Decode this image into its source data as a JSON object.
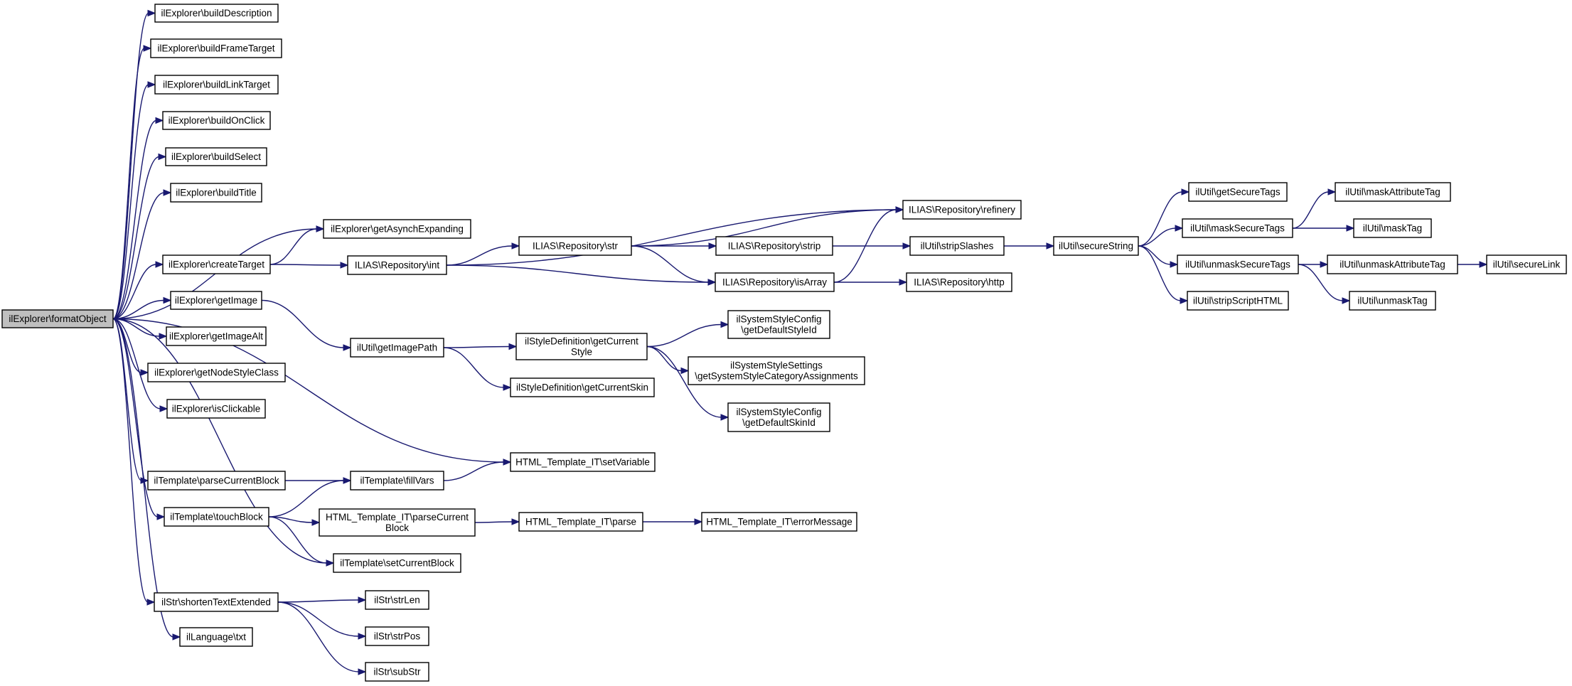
{
  "graph": {
    "colors": {
      "edge": "#191970",
      "root_fill": "#bfbfbf",
      "node_fill": "#ffffff",
      "node_stroke": "#000000"
    },
    "nodes": [
      {
        "id": "formatObject",
        "lines": [
          "ilExplorer\\formatObject"
        ],
        "root": true
      },
      {
        "id": "buildDescription",
        "lines": [
          "ilExplorer\\buildDescription"
        ]
      },
      {
        "id": "buildFrameTarget",
        "lines": [
          "ilExplorer\\buildFrameTarget"
        ]
      },
      {
        "id": "buildLinkTarget",
        "lines": [
          "ilExplorer\\buildLinkTarget"
        ]
      },
      {
        "id": "buildOnClick",
        "lines": [
          "ilExplorer\\buildOnClick"
        ]
      },
      {
        "id": "buildSelect",
        "lines": [
          "ilExplorer\\buildSelect"
        ]
      },
      {
        "id": "buildTitle",
        "lines": [
          "ilExplorer\\buildTitle"
        ]
      },
      {
        "id": "createTarget",
        "lines": [
          "ilExplorer\\createTarget"
        ]
      },
      {
        "id": "getImage",
        "lines": [
          "ilExplorer\\getImage"
        ]
      },
      {
        "id": "getImageAlt",
        "lines": [
          "ilExplorer\\getImageAlt"
        ]
      },
      {
        "id": "getNodeStyleClass",
        "lines": [
          "ilExplorer\\getNodeStyleClass"
        ]
      },
      {
        "id": "isClickable",
        "lines": [
          "ilExplorer\\isClickable"
        ]
      },
      {
        "id": "parseCurrentBlock",
        "lines": [
          "ilTemplate\\parseCurrentBlock"
        ]
      },
      {
        "id": "touchBlock",
        "lines": [
          "ilTemplate\\touchBlock"
        ]
      },
      {
        "id": "shortenTextExtended",
        "lines": [
          "ilStr\\shortenTextExtended"
        ]
      },
      {
        "id": "txt",
        "lines": [
          "ilLanguage\\txt"
        ]
      },
      {
        "id": "getAsynchExpanding",
        "lines": [
          "ilExplorer\\getAsynchExpanding"
        ]
      },
      {
        "id": "repoInt",
        "lines": [
          "ILIAS\\Repository\\int"
        ]
      },
      {
        "id": "getImagePath",
        "lines": [
          "ilUtil\\getImagePath"
        ]
      },
      {
        "id": "setVariable",
        "lines": [
          "HTML_Template_IT\\setVariable"
        ]
      },
      {
        "id": "fillVars",
        "lines": [
          "ilTemplate\\fillVars"
        ]
      },
      {
        "id": "itParseCurrentBlock",
        "lines": [
          "HTML_Template_IT\\parseCurrent",
          "Block"
        ]
      },
      {
        "id": "setCurrentBlock",
        "lines": [
          "ilTemplate\\setCurrentBlock"
        ]
      },
      {
        "id": "strLen",
        "lines": [
          "ilStr\\strLen"
        ]
      },
      {
        "id": "strPos",
        "lines": [
          "ilStr\\strPos"
        ]
      },
      {
        "id": "subStr",
        "lines": [
          "ilStr\\subStr"
        ]
      },
      {
        "id": "repoStr",
        "lines": [
          "ILIAS\\Repository\\str"
        ]
      },
      {
        "id": "getCurrentStyle",
        "lines": [
          "ilStyleDefinition\\getCurrent",
          "Style"
        ]
      },
      {
        "id": "getCurrentSkin",
        "lines": [
          "ilStyleDefinition\\getCurrentSkin"
        ]
      },
      {
        "id": "itParse",
        "lines": [
          "HTML_Template_IT\\parse"
        ]
      },
      {
        "id": "repoStrip",
        "lines": [
          "ILIAS\\Repository\\strip"
        ]
      },
      {
        "id": "repoIsArray",
        "lines": [
          "ILIAS\\Repository\\isArray"
        ]
      },
      {
        "id": "getDefaultStyleId",
        "lines": [
          "ilSystemStyleConfig",
          "\\getDefaultStyleId"
        ]
      },
      {
        "id": "getSysCatAssign",
        "lines": [
          "ilSystemStyleSettings",
          "\\getSystemStyleCategoryAssignments"
        ]
      },
      {
        "id": "getDefaultSkinId",
        "lines": [
          "ilSystemStyleConfig",
          "\\getDefaultSkinId"
        ]
      },
      {
        "id": "errorMessage",
        "lines": [
          "HTML_Template_IT\\errorMessage"
        ]
      },
      {
        "id": "repoRefinery",
        "lines": [
          "ILIAS\\Repository\\refinery"
        ]
      },
      {
        "id": "stripSlashes",
        "lines": [
          "ilUtil\\stripSlashes"
        ]
      },
      {
        "id": "repoHttp",
        "lines": [
          "ILIAS\\Repository\\http"
        ]
      },
      {
        "id": "secureString",
        "lines": [
          "ilUtil\\secureString"
        ]
      },
      {
        "id": "getSecureTags",
        "lines": [
          "ilUtil\\getSecureTags"
        ]
      },
      {
        "id": "maskSecureTags",
        "lines": [
          "ilUtil\\maskSecureTags"
        ]
      },
      {
        "id": "unmaskSecureTags",
        "lines": [
          "ilUtil\\unmaskSecureTags"
        ]
      },
      {
        "id": "stripScriptHTML",
        "lines": [
          "ilUtil\\stripScriptHTML"
        ]
      },
      {
        "id": "maskAttributeTag",
        "lines": [
          "ilUtil\\maskAttributeTag"
        ]
      },
      {
        "id": "maskTag",
        "lines": [
          "ilUtil\\maskTag"
        ]
      },
      {
        "id": "unmaskAttributeTag",
        "lines": [
          "ilUtil\\unmaskAttributeTag"
        ]
      },
      {
        "id": "unmaskTag",
        "lines": [
          "ilUtil\\unmaskTag"
        ]
      },
      {
        "id": "secureLink",
        "lines": [
          "ilUtil\\secureLink"
        ]
      }
    ],
    "edges": [
      [
        "formatObject",
        "buildDescription"
      ],
      [
        "formatObject",
        "buildFrameTarget"
      ],
      [
        "formatObject",
        "buildLinkTarget"
      ],
      [
        "formatObject",
        "buildOnClick"
      ],
      [
        "formatObject",
        "buildSelect"
      ],
      [
        "formatObject",
        "buildTitle"
      ],
      [
        "formatObject",
        "getAsynchExpanding"
      ],
      [
        "formatObject",
        "createTarget"
      ],
      [
        "formatObject",
        "getImage"
      ],
      [
        "formatObject",
        "getImageAlt"
      ],
      [
        "formatObject",
        "getNodeStyleClass"
      ],
      [
        "formatObject",
        "isClickable"
      ],
      [
        "formatObject",
        "setVariable"
      ],
      [
        "formatObject",
        "parseCurrentBlock"
      ],
      [
        "formatObject",
        "touchBlock"
      ],
      [
        "formatObject",
        "setCurrentBlock"
      ],
      [
        "formatObject",
        "shortenTextExtended"
      ],
      [
        "formatObject",
        "txt"
      ],
      [
        "createTarget",
        "getAsynchExpanding"
      ],
      [
        "createTarget",
        "repoInt"
      ],
      [
        "repoInt",
        "repoRefinery"
      ],
      [
        "repoInt",
        "repoStr"
      ],
      [
        "repoInt",
        "repoIsArray"
      ],
      [
        "repoStr",
        "repoRefinery"
      ],
      [
        "repoStr",
        "repoStrip"
      ],
      [
        "repoStr",
        "repoIsArray"
      ],
      [
        "repoStrip",
        "stripSlashes"
      ],
      [
        "repoIsArray",
        "repoRefinery"
      ],
      [
        "repoIsArray",
        "repoHttp"
      ],
      [
        "stripSlashes",
        "secureString"
      ],
      [
        "secureString",
        "getSecureTags"
      ],
      [
        "secureString",
        "maskSecureTags"
      ],
      [
        "secureString",
        "unmaskSecureTags"
      ],
      [
        "secureString",
        "stripScriptHTML"
      ],
      [
        "maskSecureTags",
        "maskAttributeTag"
      ],
      [
        "maskSecureTags",
        "maskTag"
      ],
      [
        "unmaskSecureTags",
        "unmaskAttributeTag"
      ],
      [
        "unmaskSecureTags",
        "unmaskTag"
      ],
      [
        "unmaskAttributeTag",
        "secureLink"
      ],
      [
        "getImage",
        "getImagePath"
      ],
      [
        "getImagePath",
        "getCurrentStyle"
      ],
      [
        "getImagePath",
        "getCurrentSkin"
      ],
      [
        "getCurrentStyle",
        "getDefaultStyleId"
      ],
      [
        "getCurrentStyle",
        "getSysCatAssign"
      ],
      [
        "getCurrentStyle",
        "getDefaultSkinId"
      ],
      [
        "parseCurrentBlock",
        "fillVars"
      ],
      [
        "fillVars",
        "setVariable"
      ],
      [
        "touchBlock",
        "fillVars"
      ],
      [
        "touchBlock",
        "itParseCurrentBlock"
      ],
      [
        "touchBlock",
        "setCurrentBlock"
      ],
      [
        "itParseCurrentBlock",
        "itParse"
      ],
      [
        "itParse",
        "errorMessage"
      ],
      [
        "shortenTextExtended",
        "strLen"
      ],
      [
        "shortenTextExtended",
        "strPos"
      ],
      [
        "shortenTextExtended",
        "subStr"
      ]
    ]
  }
}
